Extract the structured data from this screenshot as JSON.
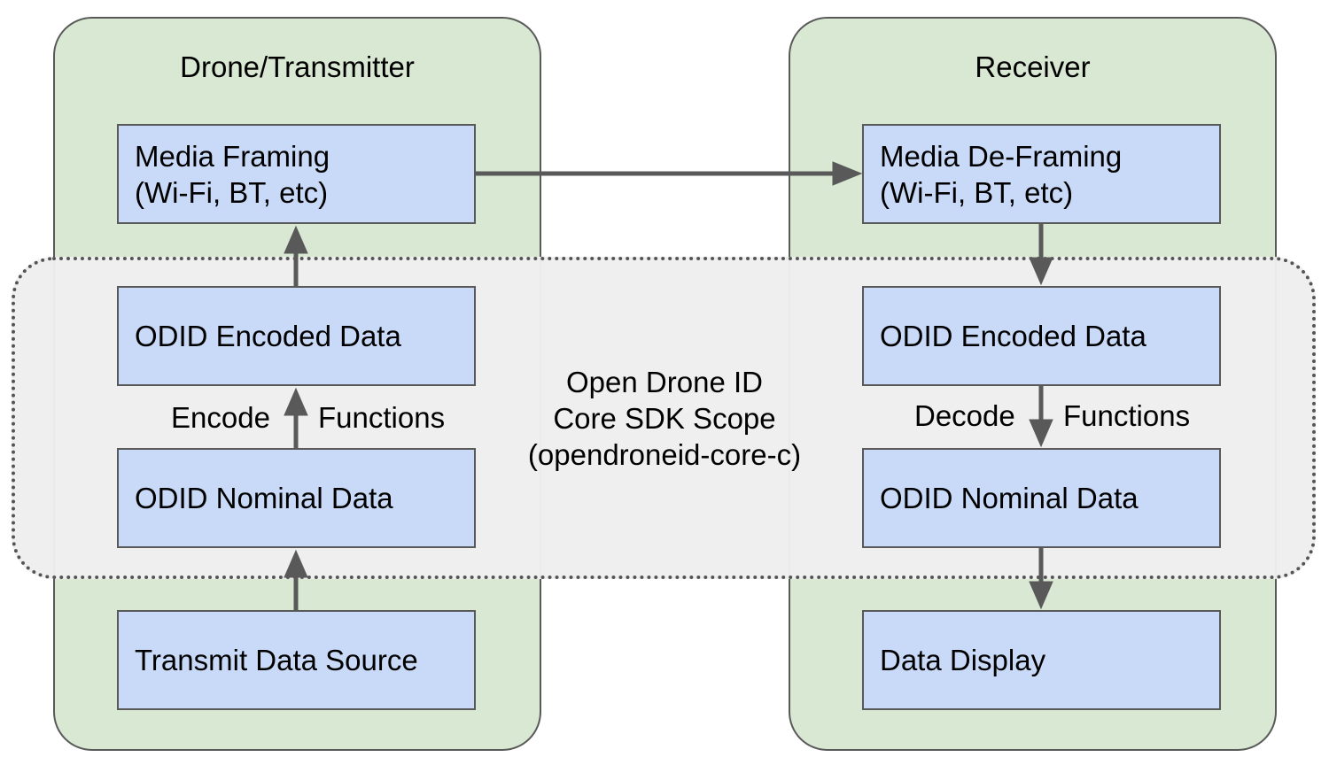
{
  "transmitter": {
    "title": "Drone/Transmitter",
    "media_framing": {
      "line1": "Media Framing",
      "line2": "(Wi-Fi, BT, etc)"
    },
    "encoded": "ODID Encoded Data",
    "nominal": "ODID Nominal Data",
    "source": "Transmit Data Source",
    "encode_label": "Encode",
    "functions_label": "Functions"
  },
  "receiver": {
    "title": "Receiver",
    "media_deframing": {
      "line1": "Media De-Framing",
      "line2": "(Wi-Fi, BT, etc)"
    },
    "encoded": "ODID Encoded Data",
    "nominal": "ODID Nominal Data",
    "display": "Data Display",
    "decode_label": "Decode",
    "functions_label": "Functions"
  },
  "scope": {
    "line1": "Open Drone ID",
    "line2": "Core SDK Scope",
    "line3": "(opendroneid-core-c)"
  },
  "colors": {
    "group_fill": "#d9e8d3",
    "box_fill": "#c9daf8",
    "scope_fill": "#eeeeee",
    "stroke": "#595959"
  }
}
